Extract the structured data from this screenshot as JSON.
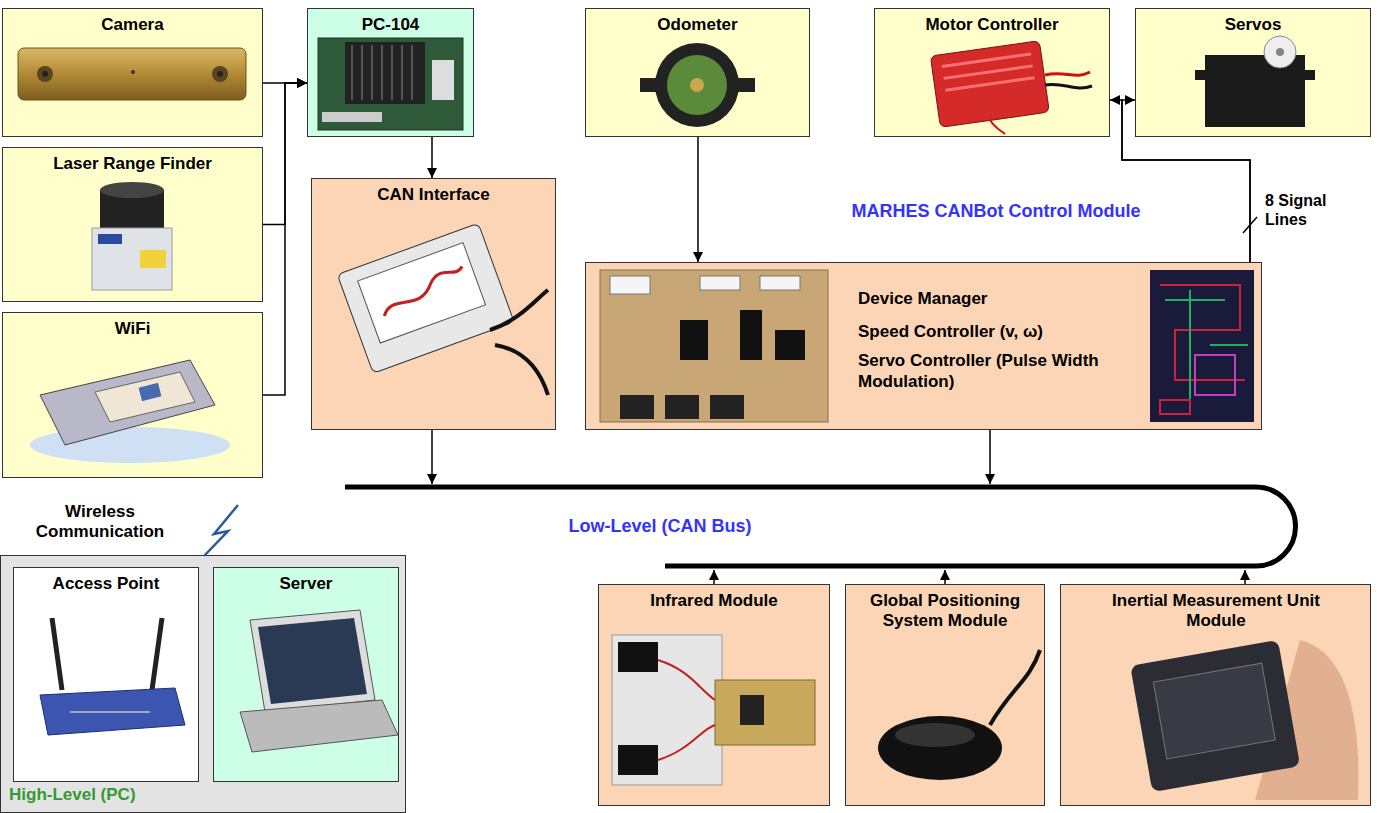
{
  "diagram": {
    "nodes": [
      {
        "text": [
          "Camera"
        ]
      },
      {
        "text": [
          "PC-104"
        ]
      },
      {
        "text": [
          "Odometer"
        ]
      },
      {
        "text": [
          "Motor Controller"
        ]
      },
      {
        "text": [
          "Servos"
        ]
      },
      {
        "text": [
          "Laser Range Finder"
        ]
      },
      {
        "text": [
          "CAN Interface"
        ]
      },
      {
        "text": [
          "MARHES CANBot Control Module",
          "Device Manager",
          "Speed Controller (v, ω)",
          "Servo Controller (Pulse Width Modulation)"
        ]
      },
      {
        "text": [
          "WiFi"
        ]
      },
      {
        "text": [
          "Low-Level (CAN Bus)"
        ]
      },
      {
        "text": [
          "High-Level (PC)"
        ]
      },
      {
        "text": [
          "Access Point"
        ],
        "in": 10
      },
      {
        "text": [
          "Server"
        ],
        "in": 10
      },
      {
        "text": [
          "Infrared Module"
        ]
      },
      {
        "text": [
          "Global Positioning System Module"
        ]
      },
      {
        "text": [
          "Inertial Measurement Unit Module"
        ]
      }
    ],
    "edges": [
      {
        "from": 0,
        "to": 1,
        "arrow": "to"
      },
      {
        "from": 5,
        "to": 1,
        "arrow": "to"
      },
      {
        "from": 8,
        "to": 1,
        "arrow": "to"
      },
      {
        "from": 1,
        "to": 6,
        "arrow": "to"
      },
      {
        "from": 2,
        "to": 7,
        "arrow": "to"
      },
      {
        "from": 7,
        "to": 3,
        "arrow": "to"
      },
      {
        "from": 7,
        "to": 4,
        "arrow": "to"
      },
      {
        "from": 6,
        "to": 9,
        "arrow": "to"
      },
      {
        "from": 7,
        "to": 9,
        "arrow": "to"
      },
      {
        "from": 13,
        "to": 9,
        "arrow": "to"
      },
      {
        "from": 14,
        "to": 9,
        "arrow": "to"
      },
      {
        "from": 15,
        "to": 9,
        "arrow": "to"
      }
    ],
    "labels": [
      "8 Signal Lines",
      "Wireless Communication"
    ]
  }
}
